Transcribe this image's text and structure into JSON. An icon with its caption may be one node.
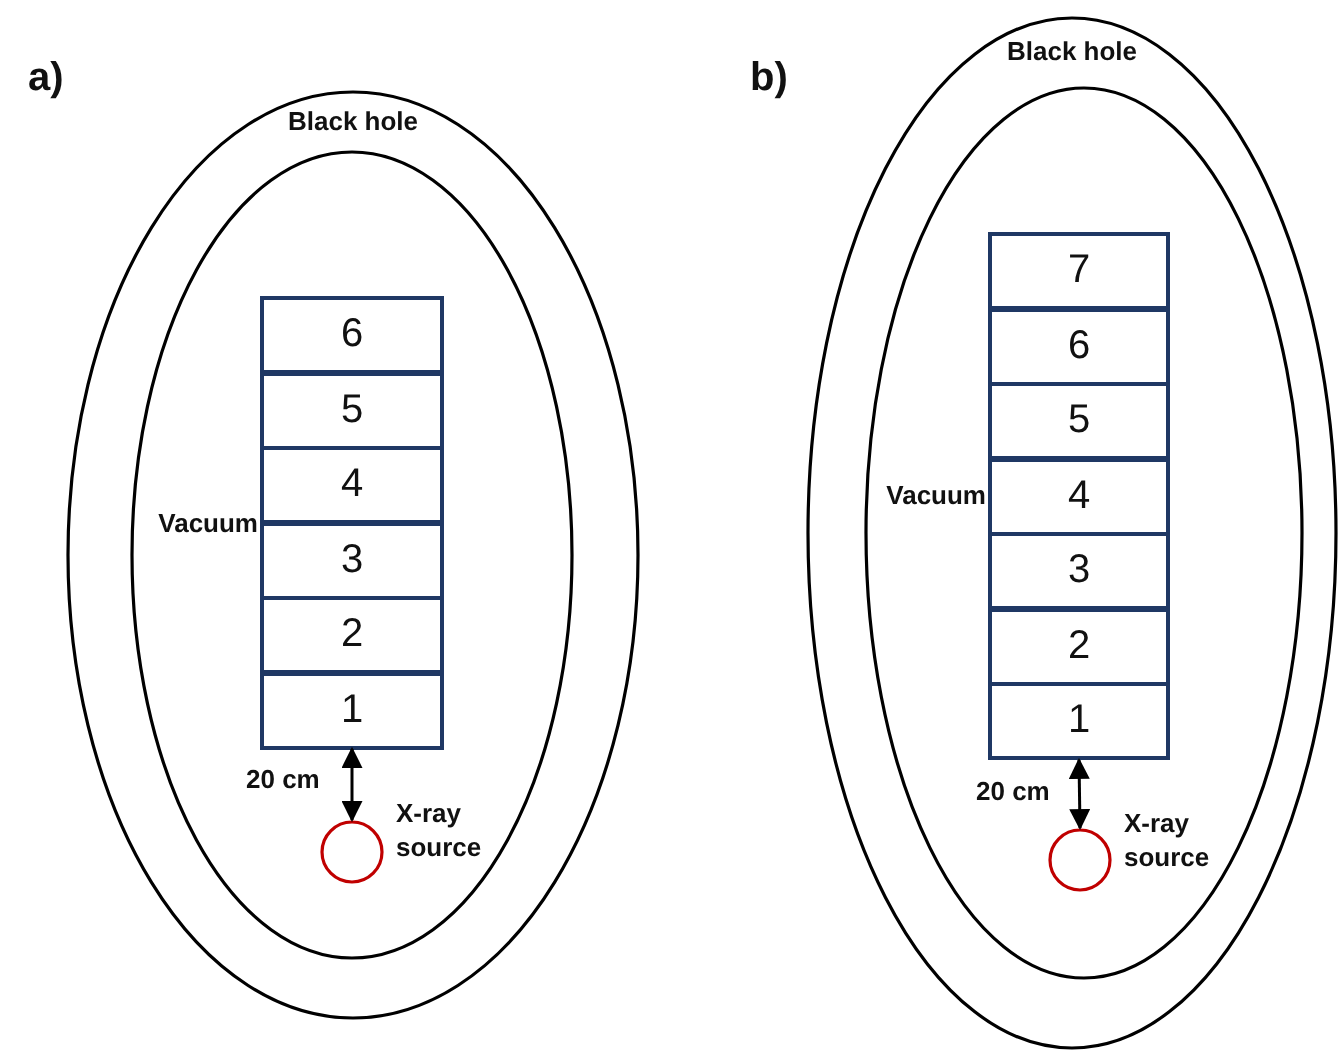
{
  "diagram": {
    "nodes": [
      {
        "text": [
          "Black hole"
        ]
      },
      {
        "text": [
          "Vacuum"
        ],
        "in": 0
      },
      {
        "text": [
          "6"
        ],
        "in": 1
      },
      {
        "text": [
          "5"
        ],
        "in": 1
      },
      {
        "text": [
          "4"
        ],
        "in": 1
      },
      {
        "text": [
          "3"
        ],
        "in": 1
      },
      {
        "text": [
          "2"
        ],
        "in": 1
      },
      {
        "text": [
          "1"
        ],
        "in": 1
      },
      {
        "text": [
          "X-ray source"
        ],
        "in": 1
      },
      {
        "text": [
          "Black hole"
        ]
      },
      {
        "text": [
          "Vacuum"
        ],
        "in": 9
      },
      {
        "text": [
          "7"
        ],
        "in": 10
      },
      {
        "text": [
          "6"
        ],
        "in": 10
      },
      {
        "text": [
          "5"
        ],
        "in": 10
      },
      {
        "text": [
          "4"
        ],
        "in": 10
      },
      {
        "text": [
          "3"
        ],
        "in": 10
      },
      {
        "text": [
          "2"
        ],
        "in": 10
      },
      {
        "text": [
          "1"
        ],
        "in": 10
      },
      {
        "text": [
          "X-ray source"
        ],
        "in": 10
      }
    ],
    "edges": [
      {
        "from": 7,
        "to": 8,
        "arrow": "both"
      },
      {
        "from": 17,
        "to": 18,
        "arrow": "both"
      }
    ],
    "labels": [
      "a)",
      "b)",
      "20 cm",
      "20 cm"
    ]
  }
}
